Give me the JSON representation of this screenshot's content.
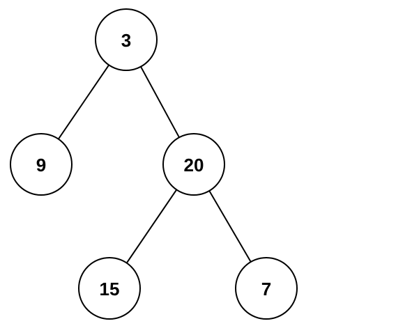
{
  "tree": {
    "nodes": [
      {
        "id": "root",
        "label": "3"
      },
      {
        "id": "left",
        "label": "9"
      },
      {
        "id": "right",
        "label": "20"
      },
      {
        "id": "right-left",
        "label": "15"
      },
      {
        "id": "right-right",
        "label": "7"
      }
    ],
    "edges": [
      {
        "from": "root",
        "to": "left"
      },
      {
        "from": "root",
        "to": "right"
      },
      {
        "from": "right",
        "to": "right-left"
      },
      {
        "from": "right",
        "to": "right-right"
      }
    ],
    "colors": {
      "stroke": "#000000",
      "fill": "#ffffff",
      "text": "#000000"
    }
  }
}
